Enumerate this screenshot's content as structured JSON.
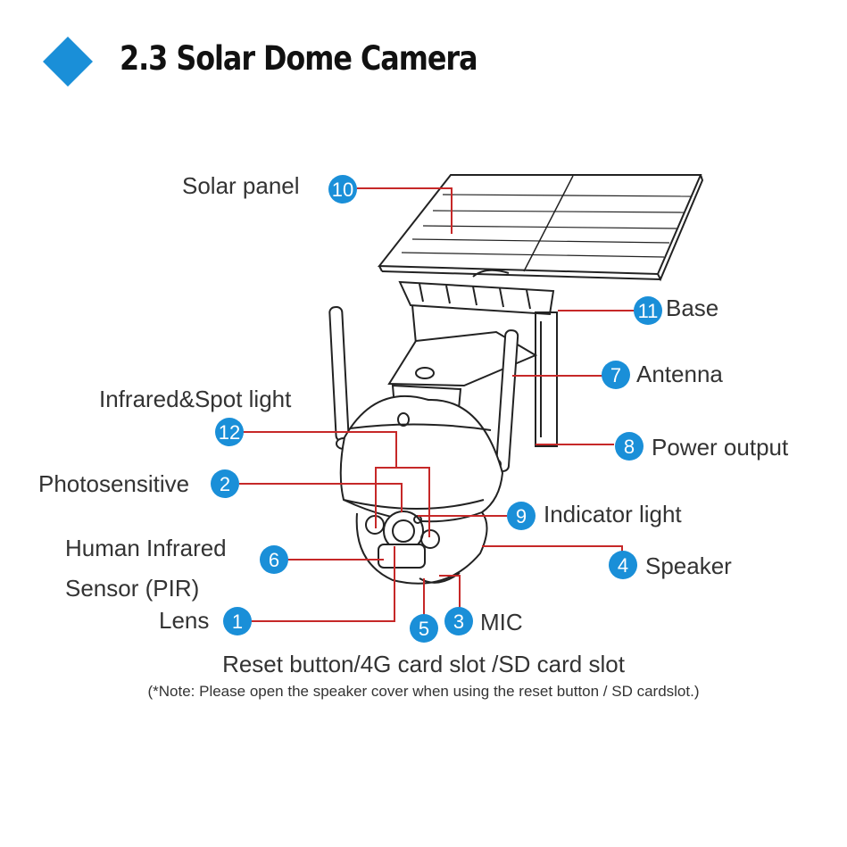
{
  "header": {
    "title": "2.3 Solar Dome Camera",
    "accent_color": "#1a8fd8",
    "icon": "diamond-icon"
  },
  "colors": {
    "callout_badge": "#1a8fd8",
    "leader_line": "#c62828",
    "line_art": "#222222"
  },
  "callouts": [
    {
      "number": "10",
      "label": "Solar panel"
    },
    {
      "number": "11",
      "label": "Base"
    },
    {
      "number": "7",
      "label": "Antenna"
    },
    {
      "number": "12",
      "label": "Infrared&Spot light"
    },
    {
      "number": "8",
      "label": "Power output"
    },
    {
      "number": "2",
      "label": "Photosensitive"
    },
    {
      "number": "9",
      "label": "Indicator light"
    },
    {
      "number": "6",
      "label": "Human Infrared",
      "label_line2": "Sensor (PIR)"
    },
    {
      "number": "4",
      "label": "Speaker"
    },
    {
      "number": "1",
      "label": "Lens"
    },
    {
      "number": "5",
      "label": ""
    },
    {
      "number": "3",
      "label": "MIC"
    }
  ],
  "sub_caption": "Reset button/4G card slot /SD card slot",
  "note": "(*Note: Please open the speaker cover when using the reset button / SD cardslot.)"
}
